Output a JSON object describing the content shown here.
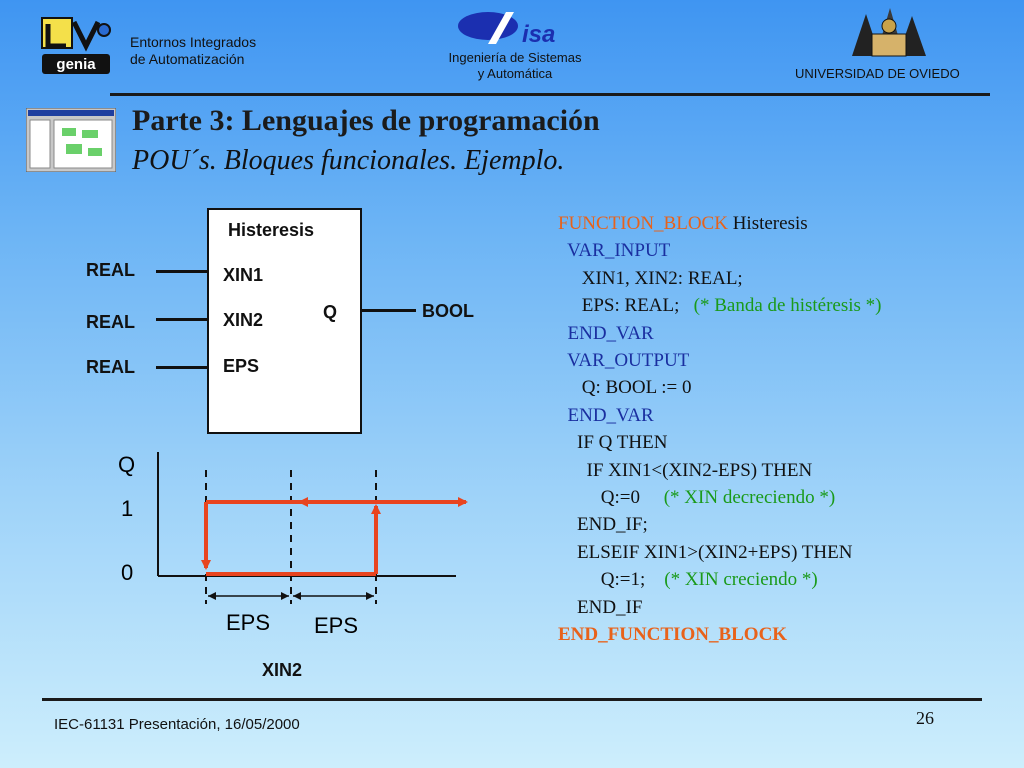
{
  "header": {
    "left_text_line1": "Entornos Integrados",
    "left_text_line2": "de Automatización",
    "left_logo_text": "genia",
    "center_text_line1": "Ingeniería de Sistemas",
    "center_text_line2": "y Automática",
    "right_text": "UNIVERSIDAD DE OVIEDO"
  },
  "slide": {
    "title": "Parte 3: Lenguajes de programación",
    "subtitle": "POU´s. Bloques funcionales. Ejemplo."
  },
  "block": {
    "name": "Histeresis",
    "inputs": [
      {
        "type": "REAL",
        "name": "XIN1"
      },
      {
        "type": "REAL",
        "name": "XIN2"
      },
      {
        "type": "REAL",
        "name": "EPS"
      }
    ],
    "output": {
      "name": "Q",
      "type": "BOOL"
    }
  },
  "graph": {
    "y_label": "Q",
    "y_tick_1": "1",
    "y_tick_0": "0",
    "eps_left": "EPS",
    "eps_right": "EPS",
    "x_label": "XIN2"
  },
  "code": {
    "l1_kw": "FUNCTION_BLOCK",
    "l1_name": " Histeresis",
    "l2": "  VAR_INPUT",
    "l3": "     XIN1, XIN2: REAL;",
    "l4": "     EPS: REAL;",
    "l4_cmt": "   (* Banda de histéresis *)",
    "l5": "  END_VAR",
    "l6": "  VAR_OUTPUT",
    "l7": "     Q: BOOL := 0",
    "l8": "  END_VAR",
    "l9": "    IF Q THEN",
    "l10": "      IF XIN1<(XIN2-EPS) THEN",
    "l11": "         Q:=0",
    "l11_cmt": "     (* XIN decreciendo *)",
    "l12": "    END_IF;",
    "l13": "    ELSEIF XIN1>(XIN2+EPS) THEN",
    "l14": "         Q:=1;",
    "l14_cmt": "    (* XIN creciendo *)",
    "l15": "    END_IF",
    "l16_kw": "END_FUNCTION_BLOCK"
  },
  "footer": {
    "left": "IEC-61131 Presentación, 16/05/2000",
    "page": "26"
  },
  "colors": {
    "accent_orange": "#e8621a",
    "code_blue": "#1a2fa0",
    "comment_green": "#1a9a1a",
    "hysteresis_red": "#e8441f"
  }
}
